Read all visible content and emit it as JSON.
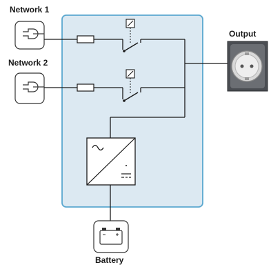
{
  "labels": {
    "network1": "Network 1",
    "network2": "Network 2",
    "output": "Output",
    "battery": "Battery"
  },
  "icons": {
    "network1_plug": "plug-icon",
    "network2_plug": "plug-icon",
    "output_socket": "socket-icon",
    "battery": "battery-icon",
    "converter": "ac-dc-converter-icon",
    "fuse": "fuse-icon",
    "relay": "relay-icon"
  },
  "colors": {
    "panel_fill": "#dce9f2",
    "panel_border": "#5aa7cf",
    "line": "#1a1a1a"
  }
}
